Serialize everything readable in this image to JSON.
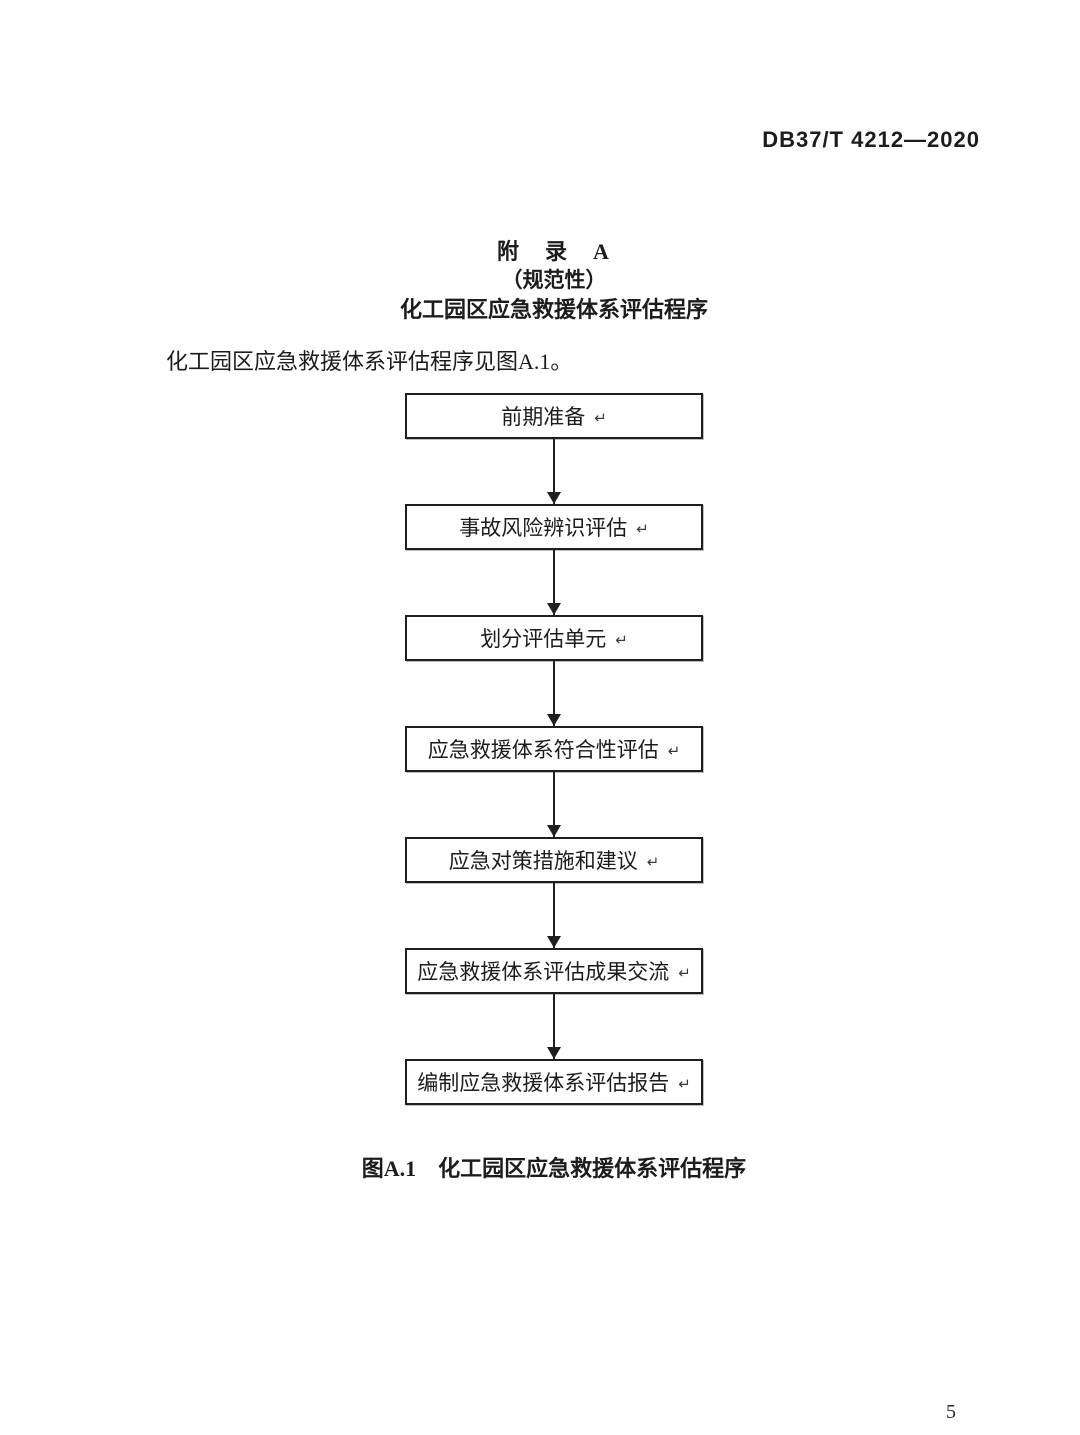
{
  "header": {
    "doc_number": "DB37/T 4212—2020"
  },
  "appendix": {
    "title": "附　录　A",
    "normative": "（规范性）",
    "subtitle": "化工园区应急救援体系评估程序"
  },
  "intro": {
    "text": "化工园区应急救援体系评估程序见图A.1。"
  },
  "flowchart": {
    "return_mark": "↵",
    "steps": [
      "前期准备",
      "事故风险辨识评估",
      "划分评估单元",
      "应急救援体系符合性评估",
      "应急对策措施和建议",
      "应急救援体系评估成果交流",
      "编制应急救援体系评估报告"
    ]
  },
  "figure": {
    "caption": "图A.1　化工园区应急救援体系评估程序"
  },
  "footer": {
    "page_number": "5"
  },
  "colors": {
    "text": "#1c1c1c",
    "line": "#1f1f1f",
    "background": "#ffffff"
  }
}
